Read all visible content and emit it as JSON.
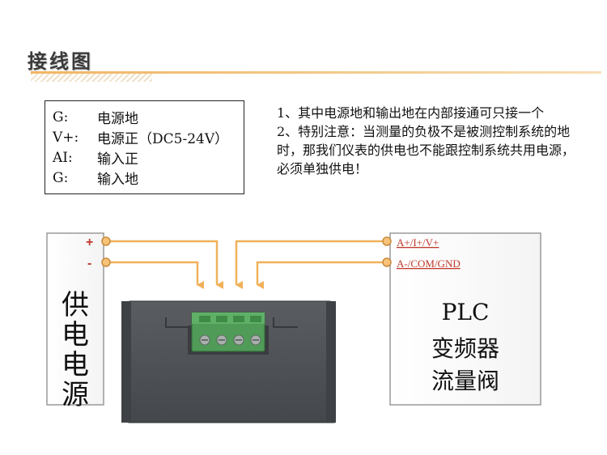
{
  "header": {
    "title": "接线图"
  },
  "legend": [
    {
      "key": "G:",
      "value": "电源地"
    },
    {
      "key": "V+:",
      "value": "电源正（DC5-24V）"
    },
    {
      "key": "AI:",
      "value": "输入正"
    },
    {
      "key": "G:",
      "value": "输入地"
    }
  ],
  "notes": {
    "note1": "1、其中电源地和输出地在内部接通可只接一个",
    "note2": "2、特别注意：当测量的负极不是被测控制系统的地时，那我们仪表的供电也不能跟控制系统共用电源，必须单独供电！"
  },
  "power_supply": {
    "label_chars": [
      "供",
      "电",
      "电",
      "源"
    ],
    "plus": "+",
    "minus": "-"
  },
  "plc_box": {
    "terminal_top": "A+/I+/V+",
    "terminal_bottom": "A-/COM/GND",
    "lines": [
      "PLC",
      "变频器",
      "流量阀"
    ]
  },
  "colors": {
    "wire": "#f0b15a",
    "terminal_text": "#c0392b",
    "device_body": "#4d5054",
    "connector": "#4f9b57"
  }
}
